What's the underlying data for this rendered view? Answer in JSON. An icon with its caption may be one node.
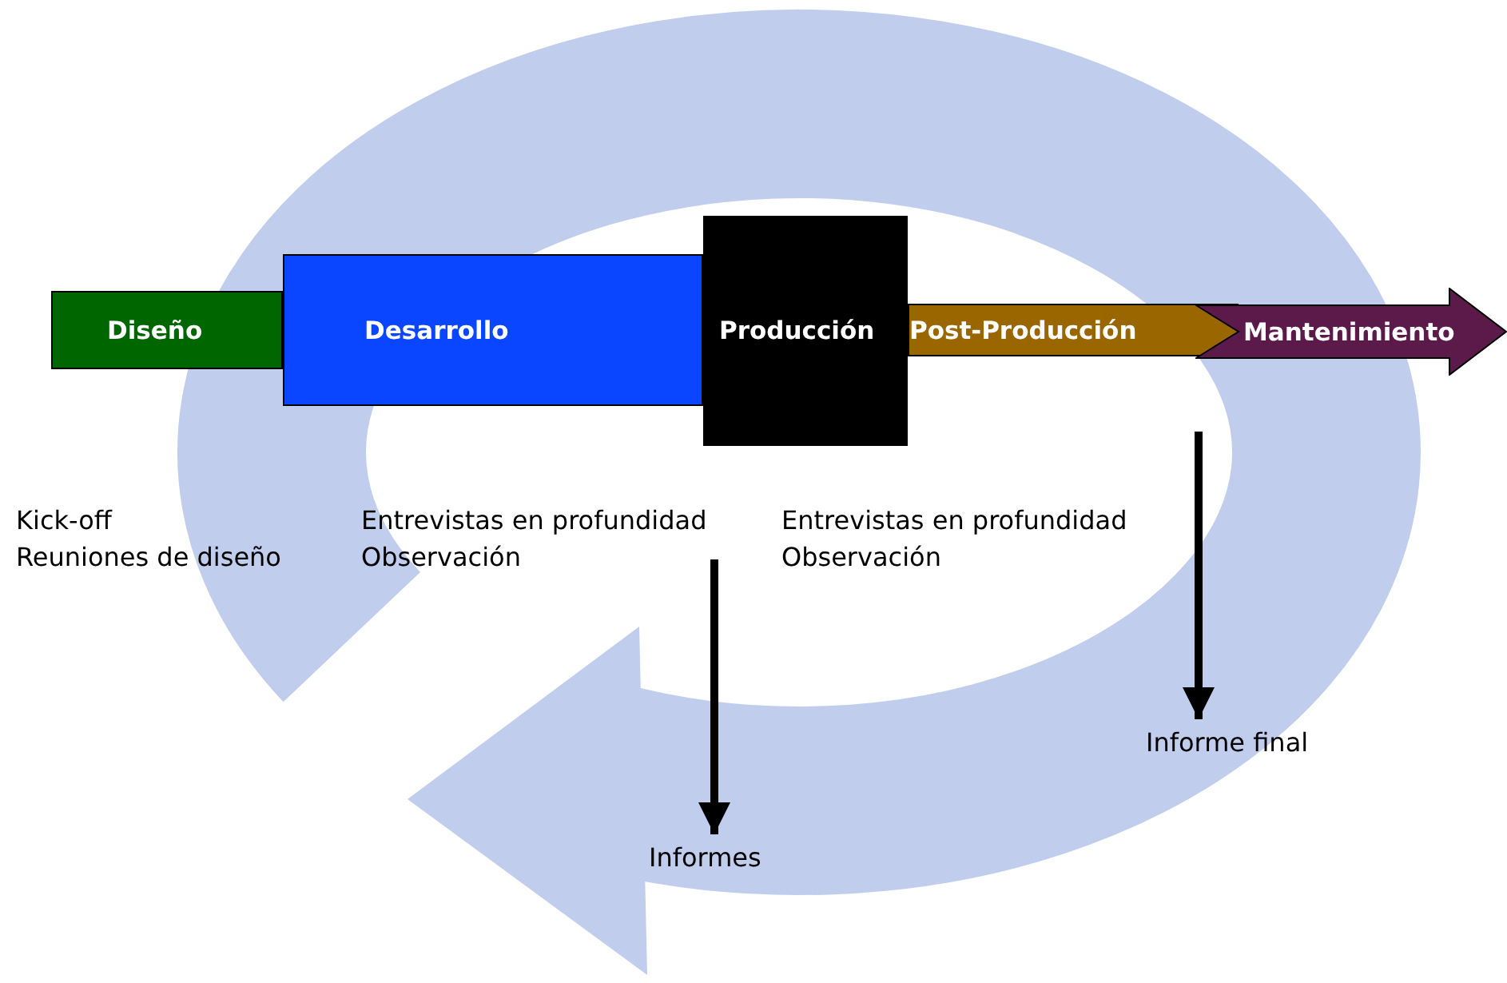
{
  "diagram": {
    "nodes": [
      {
        "text": [
          "Diseño"
        ]
      },
      {
        "text": [
          "Desarrollo"
        ]
      },
      {
        "text": [
          "Producción"
        ]
      },
      {
        "text": [
          "Post-Producción"
        ]
      },
      {
        "text": [
          "Mantenimiento"
        ]
      },
      {
        "text": [
          "Informes"
        ]
      },
      {
        "text": [
          "Informe final"
        ]
      }
    ],
    "edges": [
      {
        "from": null,
        "to": 5,
        "arrow": "to"
      },
      {
        "from": null,
        "to": 6,
        "arrow": "to"
      }
    ],
    "labels": [
      "Kick-off",
      "Reuniones de diseño",
      "Entrevistas en profundidad",
      "Observación",
      "Entrevistas en profundidad",
      "Observación"
    ]
  }
}
